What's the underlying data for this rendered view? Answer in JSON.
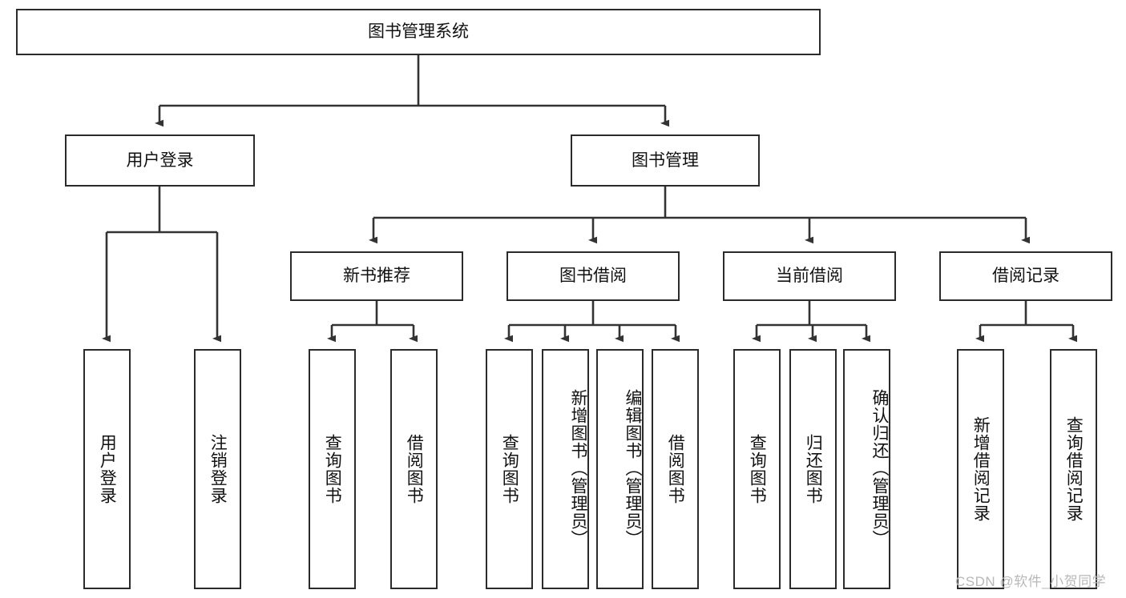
{
  "diagram": {
    "type": "tree",
    "title": "图书管理系统",
    "watermark": "CSDN @软件_小贺同学",
    "colors": {
      "border": "#2b2b2b",
      "background": "#ffffff",
      "text": "#111111",
      "watermark": "#b8b8b8"
    },
    "nodes": {
      "root": {
        "label": "图书管理系统",
        "orientation": "horizontal"
      },
      "l2": [
        {
          "label": "用户登录",
          "orientation": "horizontal"
        },
        {
          "label": "图书管理",
          "orientation": "horizontal"
        }
      ],
      "l3": [
        {
          "label": "新书推荐",
          "orientation": "horizontal"
        },
        {
          "label": "图书借阅",
          "orientation": "horizontal"
        },
        {
          "label": "当前借阅",
          "orientation": "horizontal"
        },
        {
          "label": "借阅记录",
          "orientation": "horizontal"
        }
      ],
      "leaves_user_login": [
        {
          "label": "用户登录",
          "orientation": "vertical"
        },
        {
          "label": "注销登录",
          "orientation": "vertical"
        }
      ],
      "leaves_new_books": [
        {
          "label": "查询图书",
          "orientation": "vertical"
        },
        {
          "label": "借阅图书",
          "orientation": "vertical"
        }
      ],
      "leaves_borrow": [
        {
          "label": "查询图书",
          "orientation": "vertical"
        },
        {
          "label": "新增图书（管理员）",
          "orientation": "vertical"
        },
        {
          "label": "编辑图书（管理员）",
          "orientation": "vertical"
        },
        {
          "label": "借阅图书",
          "orientation": "vertical"
        }
      ],
      "leaves_current": [
        {
          "label": "查询图书",
          "orientation": "vertical"
        },
        {
          "label": "归还图书",
          "orientation": "vertical"
        },
        {
          "label": "确认归还（管理员）",
          "orientation": "vertical"
        }
      ],
      "leaves_records": [
        {
          "label": "新增借阅记录",
          "orientation": "vertical"
        },
        {
          "label": "查询借阅记录",
          "orientation": "vertical"
        }
      ]
    }
  }
}
